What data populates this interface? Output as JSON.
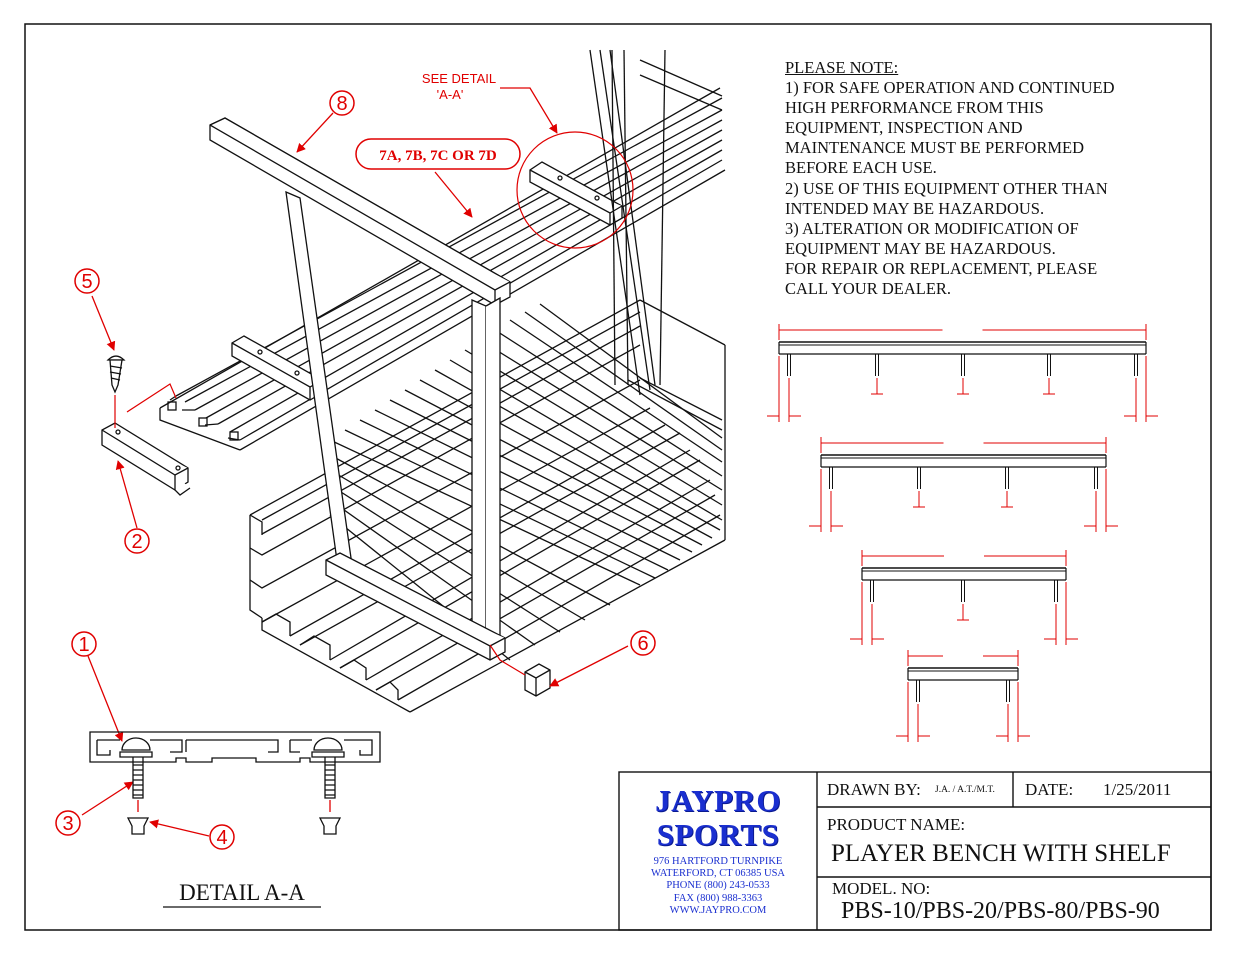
{
  "notes": {
    "heading": "PLEASE NOTE:",
    "lines": [
      "1)  FOR SAFE OPERATION AND CONTINUED",
      "HIGH PERFORMANCE FROM THIS",
      "EQUIPMENT, INSPECTION AND",
      "MAINTENANCE MUST BE PERFORMED",
      "BEFORE EACH USE.",
      "2)   USE OF THIS EQUIPMENT OTHER THAN",
      "INTENDED MAY BE HAZARDOUS.",
      "3)  ALTERATION OR MODIFICATION OF",
      "EQUIPMENT MAY BE HAZARDOUS.",
      "FOR REPAIR OR REPLACEMENT, PLEASE",
      "CALL YOUR DEALER."
    ]
  },
  "callouts": {
    "c1": "1",
    "c2": "2",
    "c3": "3",
    "c4": "4",
    "c5": "5",
    "c6": "6",
    "c8": "8",
    "c7": "7A, 7B, 7C OR 7D",
    "see_detail_line1": "SEE DETAIL",
    "see_detail_line2": "'A-A'"
  },
  "detail_label": "DETAIL A-A",
  "company": {
    "name_line1": "JAYPRO",
    "name_line2": "SPORTS",
    "address": [
      "976 HARTFORD TURNPIKE",
      "WATERFORD, CT 06385 USA",
      "PHONE (800) 243-0533",
      "FAX (800) 988-3363",
      "WWW.JAYPRO.COM"
    ]
  },
  "title_block": {
    "drawn_by_label": "DRAWN BY:",
    "drawn_by_value": "J.A. / A.T./M.T.",
    "date_label": "DATE:",
    "date_value": "1/25/2011",
    "product_name_label": "PRODUCT NAME:",
    "product_name_value": "PLAYER BENCH WITH SHELF",
    "model_label": "MODEL. NO:",
    "model_value": "PBS-10/PBS-20/PBS-80/PBS-90"
  },
  "colors": {
    "annotation": "#e00000",
    "brand": "#1a2fd0",
    "line": "#111111"
  }
}
